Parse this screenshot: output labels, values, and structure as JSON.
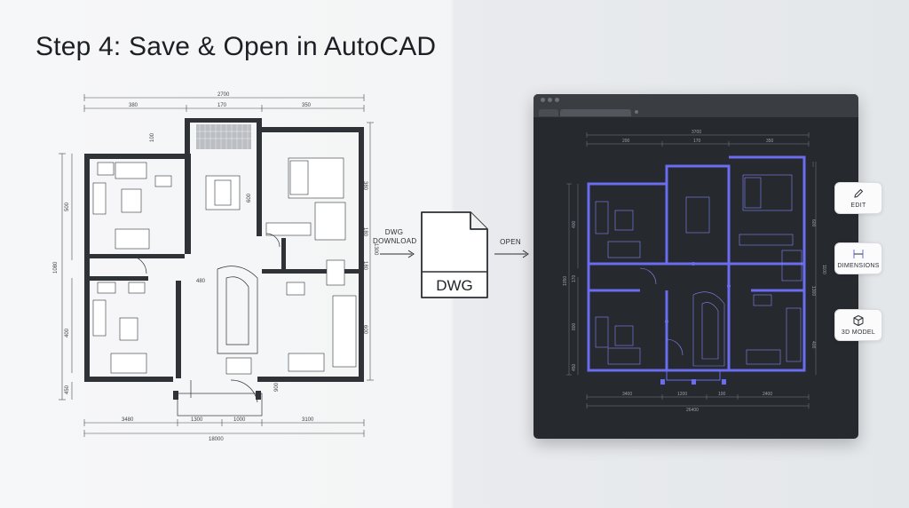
{
  "title": "Step 4: Save & Open in AutoCAD",
  "left_plan": {
    "dims_top": {
      "overall": "2700",
      "seg1": "380",
      "seg2": "170",
      "seg3": "350",
      "small": "100"
    },
    "dims_right": {
      "d1": "380",
      "d2": "180",
      "d3": "1300",
      "d4": "180",
      "d5": "600"
    },
    "dims_left": {
      "d1": "500",
      "d2": "1080",
      "d3": "400",
      "d4": "450"
    },
    "dims_inner": {
      "d1": "600",
      "d2": "480",
      "d3": "900"
    },
    "dims_bottom": {
      "seg1": "3480",
      "seg2": "1300",
      "seg3": "1000",
      "seg4": "3100",
      "overall": "18000"
    }
  },
  "flow": {
    "download_line1": "DWG",
    "download_line2": "DOWNLOAD",
    "file_label": "DWG",
    "open_label": "OPEN"
  },
  "cad_plan": {
    "dims_top": {
      "overall": "3700",
      "seg1": "200",
      "seg2": "170",
      "seg3": "350"
    },
    "dims_left": {
      "d1": "400",
      "d2": "1050",
      "d3": "170",
      "d4": "800",
      "d5": "450"
    },
    "dims_right": {
      "d1": "600",
      "d2": "1100",
      "d3": "1300",
      "d4": "400"
    },
    "dims_bottom": {
      "seg1": "3400",
      "seg2": "1200",
      "seg3": "2400",
      "seg4": "100",
      "overall": "26400"
    }
  },
  "tools": {
    "edit": {
      "label": "EDIT",
      "icon": "pencil-icon"
    },
    "dimensions": {
      "label": "DIMENSIONS",
      "icon": "dimension-icon"
    },
    "model3d": {
      "label": "3D MODEL",
      "icon": "cube-icon"
    }
  },
  "colors": {
    "accent": "#6b6cf0",
    "cad_background": "#26292e",
    "line_dark": "#2b2f33"
  }
}
